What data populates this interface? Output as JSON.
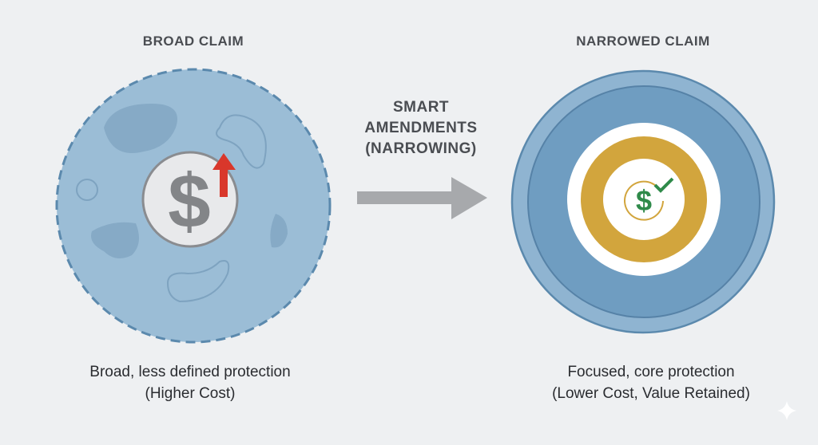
{
  "left": {
    "title": "BROAD CLAIM",
    "caption_line1": "Broad, less defined protection",
    "caption_line2": "(Higher Cost)",
    "icon": "dollar-up-arrow-icon",
    "colors": {
      "fill": "#9bbdd6",
      "dash": "#5b89ad",
      "arrow": "#d9372b"
    }
  },
  "middle": {
    "line1": "SMART",
    "line2": "AMENDMENTS",
    "line3": "(NARROWING)",
    "icon": "arrow-right-icon"
  },
  "right": {
    "title": "NARROWED CLAIM",
    "caption_line1": "Focused, core protection",
    "caption_line2": "(Lower Cost, Value Retained)",
    "icon": "dollar-check-icon",
    "colors": {
      "outer": "#6f9dc1",
      "gold": "#d2a53d",
      "green": "#2f8a4a"
    }
  }
}
